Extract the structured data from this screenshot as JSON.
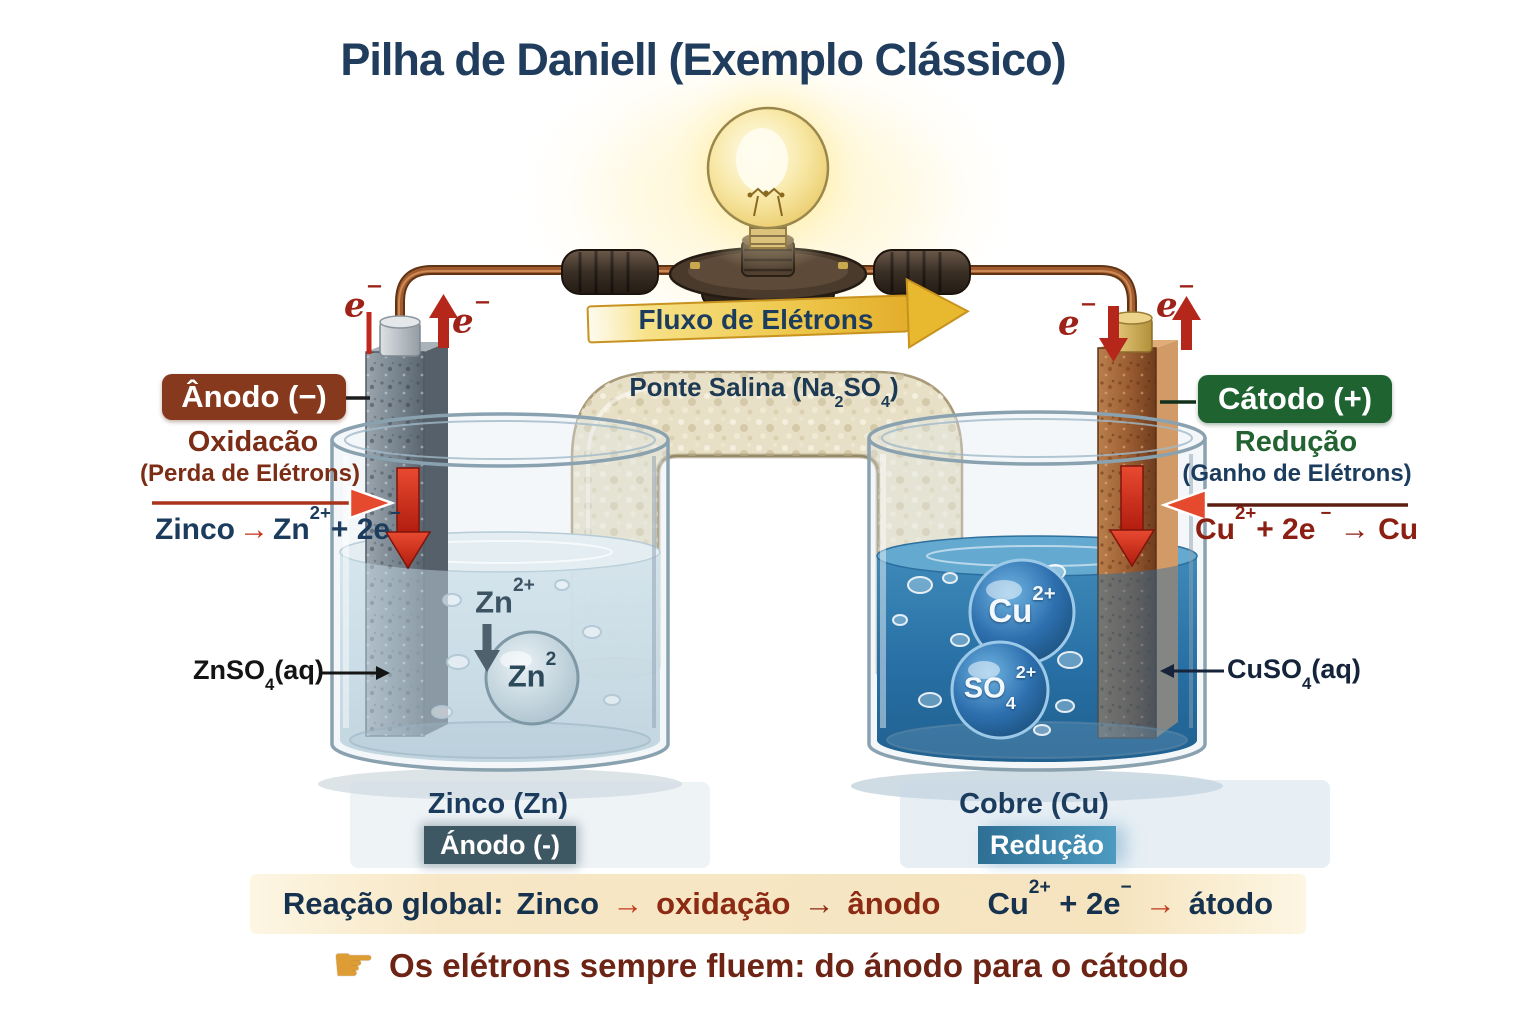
{
  "title": "Pilha de Daniell (Exemplo Clássico)",
  "colors": {
    "title_navy": "#203d5e",
    "anode_badge_brown": "#86391c",
    "cathode_badge_green": "#1f6330",
    "red_arrow": "#c0281c",
    "electron_red": "#9e2218",
    "flux_arrow_yellow": "#eec94f",
    "zn_solution_pale": "#c9d9e3",
    "cu_solution_blue": "#2f7cb3",
    "copper_electrode": "#9a5c31",
    "zinc_electrode": "#77838d",
    "reaction_bar_cream": "#f7e7c6"
  },
  "circuit": {
    "electron_flow_label": "Fluxo de Elétrons",
    "electron_symbol": [
      {
        "t": "e"
      },
      {
        "t": "−",
        "v": "sup"
      }
    ],
    "salt_bridge_label": [
      {
        "t": "Ponte Salina (Na"
      },
      {
        "t": "2",
        "v": "sub"
      },
      {
        "t": "SO"
      },
      {
        "t": "4",
        "v": "sub"
      },
      {
        "t": ")"
      }
    ]
  },
  "anode_side": {
    "badge": "Ânodo (−)",
    "process": "Oxidacão",
    "process_note": "(Perda de Elétrons)",
    "equation": {
      "reactant": "Zinco",
      "arrow": "→",
      "products": [
        {
          "t": "Zn"
        },
        {
          "t": "2+",
          "v": "sup"
        },
        {
          "t": "+ 2e"
        },
        {
          "t": "−",
          "v": "sup"
        }
      ]
    },
    "solution_label": [
      {
        "t": "ZnSO"
      },
      {
        "t": "4",
        "v": "sub"
      },
      {
        "t": "(aq)"
      }
    ],
    "ion_label": [
      {
        "t": "Zn"
      },
      {
        "t": "2+",
        "v": "sup"
      }
    ],
    "ion_bubble": [
      {
        "t": "Zn"
      },
      {
        "t": "2",
        "v": "sup"
      }
    ],
    "electrode_caption": "Zinco (Zn)",
    "electrode_badge": "Ánodo (-)"
  },
  "cathode_side": {
    "badge": "Cátodo (+)",
    "process": "Redução",
    "process_note": "(Ganho de Elétrons)",
    "equation": [
      {
        "t": "Cu"
      },
      {
        "t": "2+",
        "v": "sup"
      },
      {
        "t": "+ 2e"
      },
      {
        "t": " −",
        "v": "sup"
      },
      {
        "t": " → Cu"
      }
    ],
    "solution_label": [
      {
        "t": "CuSO"
      },
      {
        "t": "4",
        "v": "sub"
      },
      {
        "t": "(aq)"
      }
    ],
    "ion_bubble_cu": [
      {
        "t": "Cu"
      },
      {
        "t": "2+",
        "v": "sup"
      }
    ],
    "ion_bubble_so4": [
      {
        "t": "SO"
      },
      {
        "t": "4",
        "v": "sub"
      },
      {
        "t": "2+",
        "v": "sup"
      }
    ],
    "electrode_caption": "Cobre (Cu)",
    "electrode_badge": "Redução"
  },
  "global_reaction": {
    "label": "Reação global:",
    "zinco": "Zinco",
    "arrow1": "→",
    "oxidacao": "oxidação",
    "arrow2": "→",
    "anodo": "ânodo",
    "cu_part": [
      {
        "t": "Cu"
      },
      {
        "t": "2+",
        "v": "sup"
      },
      {
        "t": " + 2e"
      },
      {
        "t": "−",
        "v": "sup"
      }
    ],
    "arrow3": "→",
    "atodo": "átodo"
  },
  "footer_note": {
    "hand_icon": "☛",
    "text": "Os elétrons sempre fluem: do ánodo para o cátodo"
  }
}
